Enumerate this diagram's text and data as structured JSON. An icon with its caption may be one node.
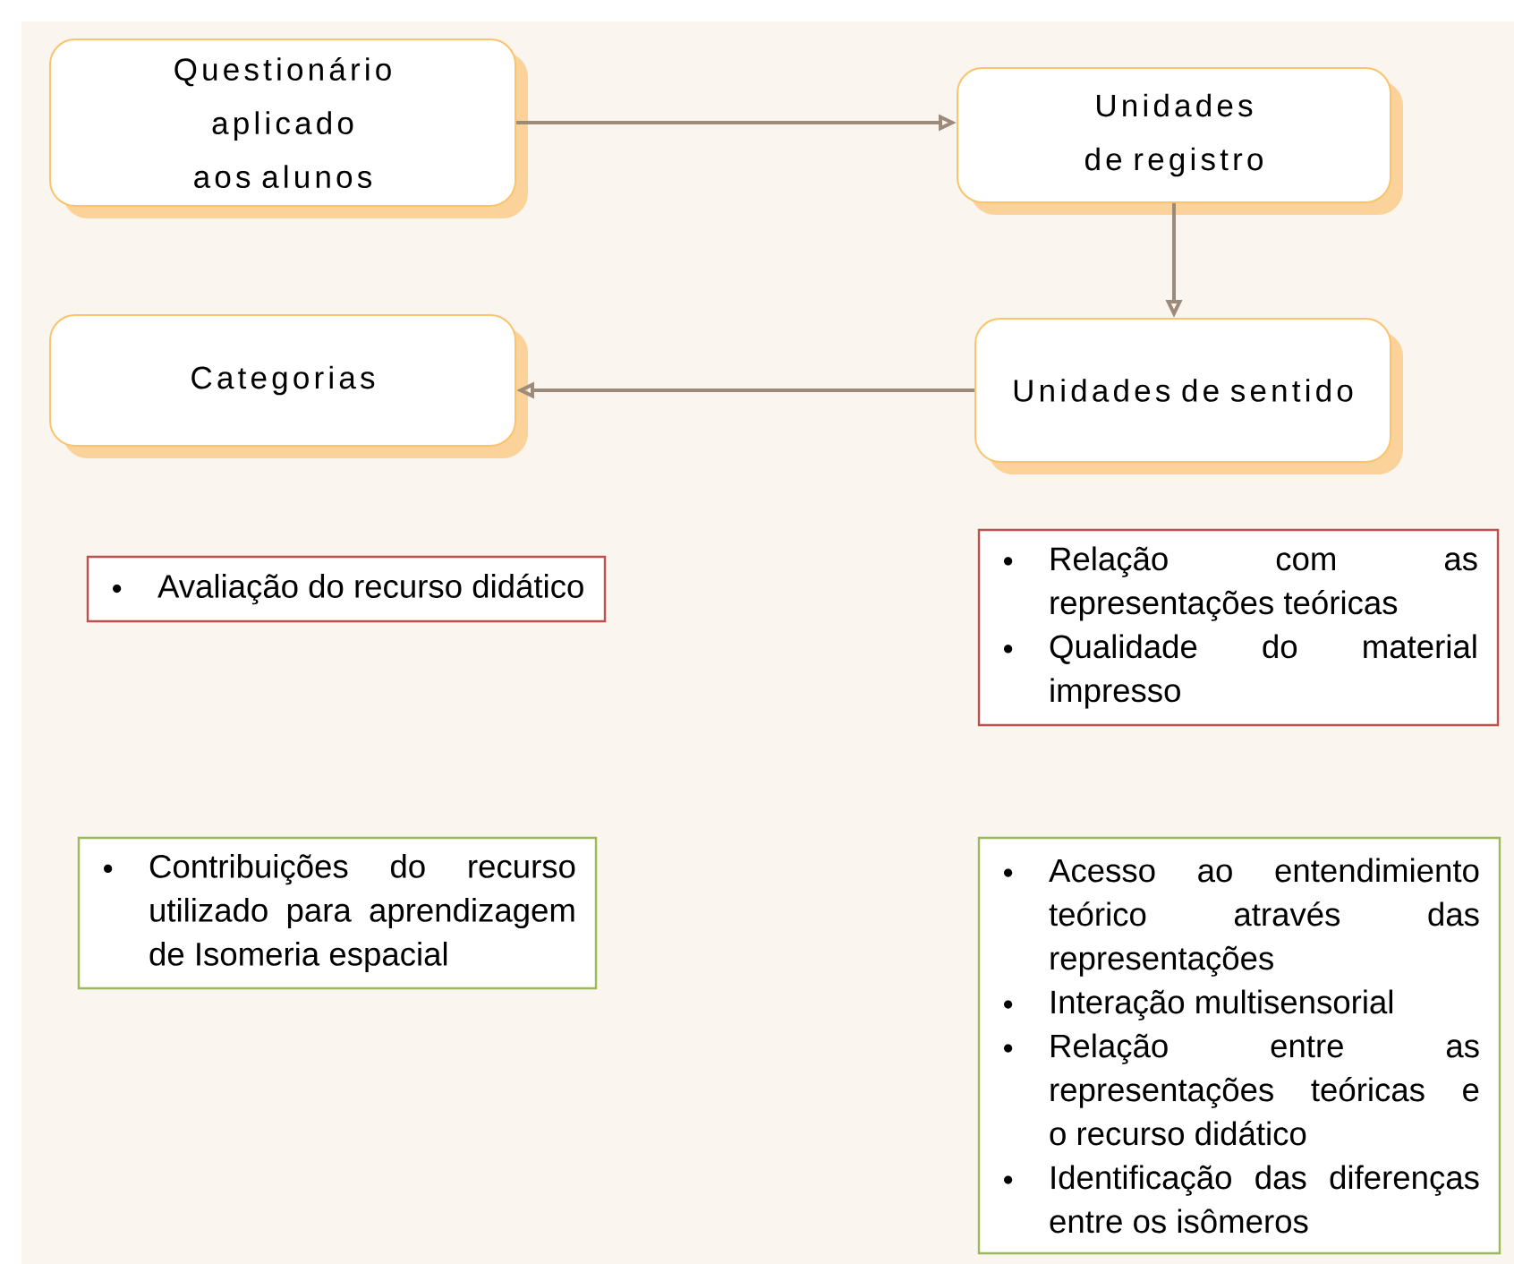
{
  "diagram": {
    "nodes": [
      {
        "text": [
          "Questionário aplicado aos alunos"
        ]
      },
      {
        "text": [
          "Unidades de registro"
        ]
      },
      {
        "text": [
          "Categorias"
        ]
      },
      {
        "text": [
          "Unidades de sentido"
        ]
      },
      {
        "text": [
          "Avaliação do recurso didático"
        ]
      },
      {
        "text": [
          "Relação com as representações teóricas",
          "Qualidade do material impresso"
        ]
      },
      {
        "text": [
          "Contribuições do recurso utilizado para aprendizagem de Isomeria espacial"
        ]
      },
      {
        "text": [
          "Acesso ao entendimiento teórico através das representações",
          "Interação multisensorial",
          "Relação entre as representações teóricas e o recurso didático",
          "Identificação das diferenças entre os isômeros"
        ]
      }
    ],
    "edges": [
      {
        "from": 0,
        "to": 1,
        "arrow": "to"
      },
      {
        "from": 1,
        "to": 3,
        "arrow": "to"
      },
      {
        "from": 3,
        "to": 2,
        "arrow": "to"
      }
    ]
  }
}
